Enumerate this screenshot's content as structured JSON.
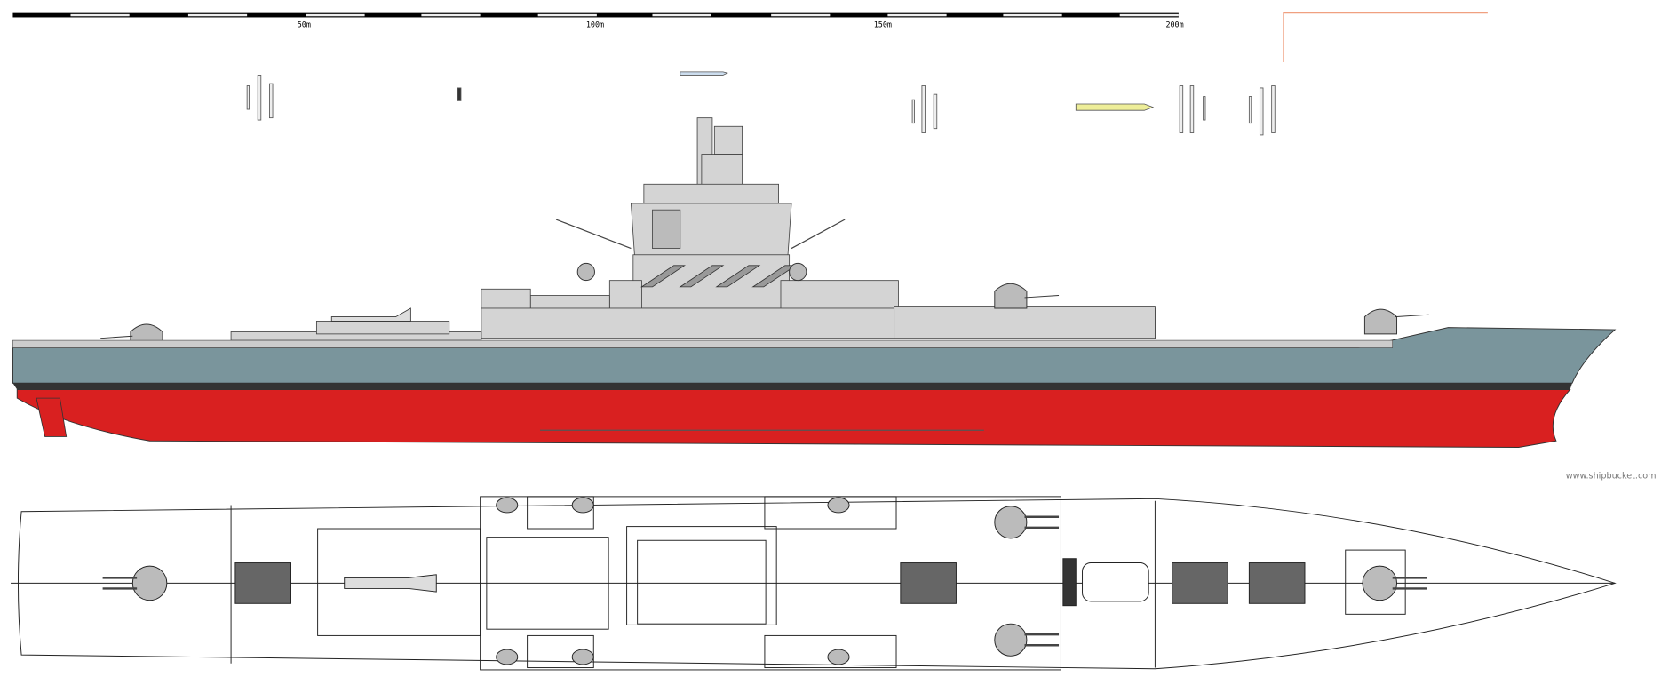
{
  "scale_bar": {
    "labels": [
      "50m",
      "100m",
      "150m",
      "200m"
    ]
  },
  "watermark": "www.shipbucket.com",
  "colors": {
    "hull_grey": "#7a959c",
    "hull_red": "#d92020",
    "superstructure": "#d4d4d4",
    "boot_topping": "#333333",
    "guide_line": "#f0a080"
  }
}
